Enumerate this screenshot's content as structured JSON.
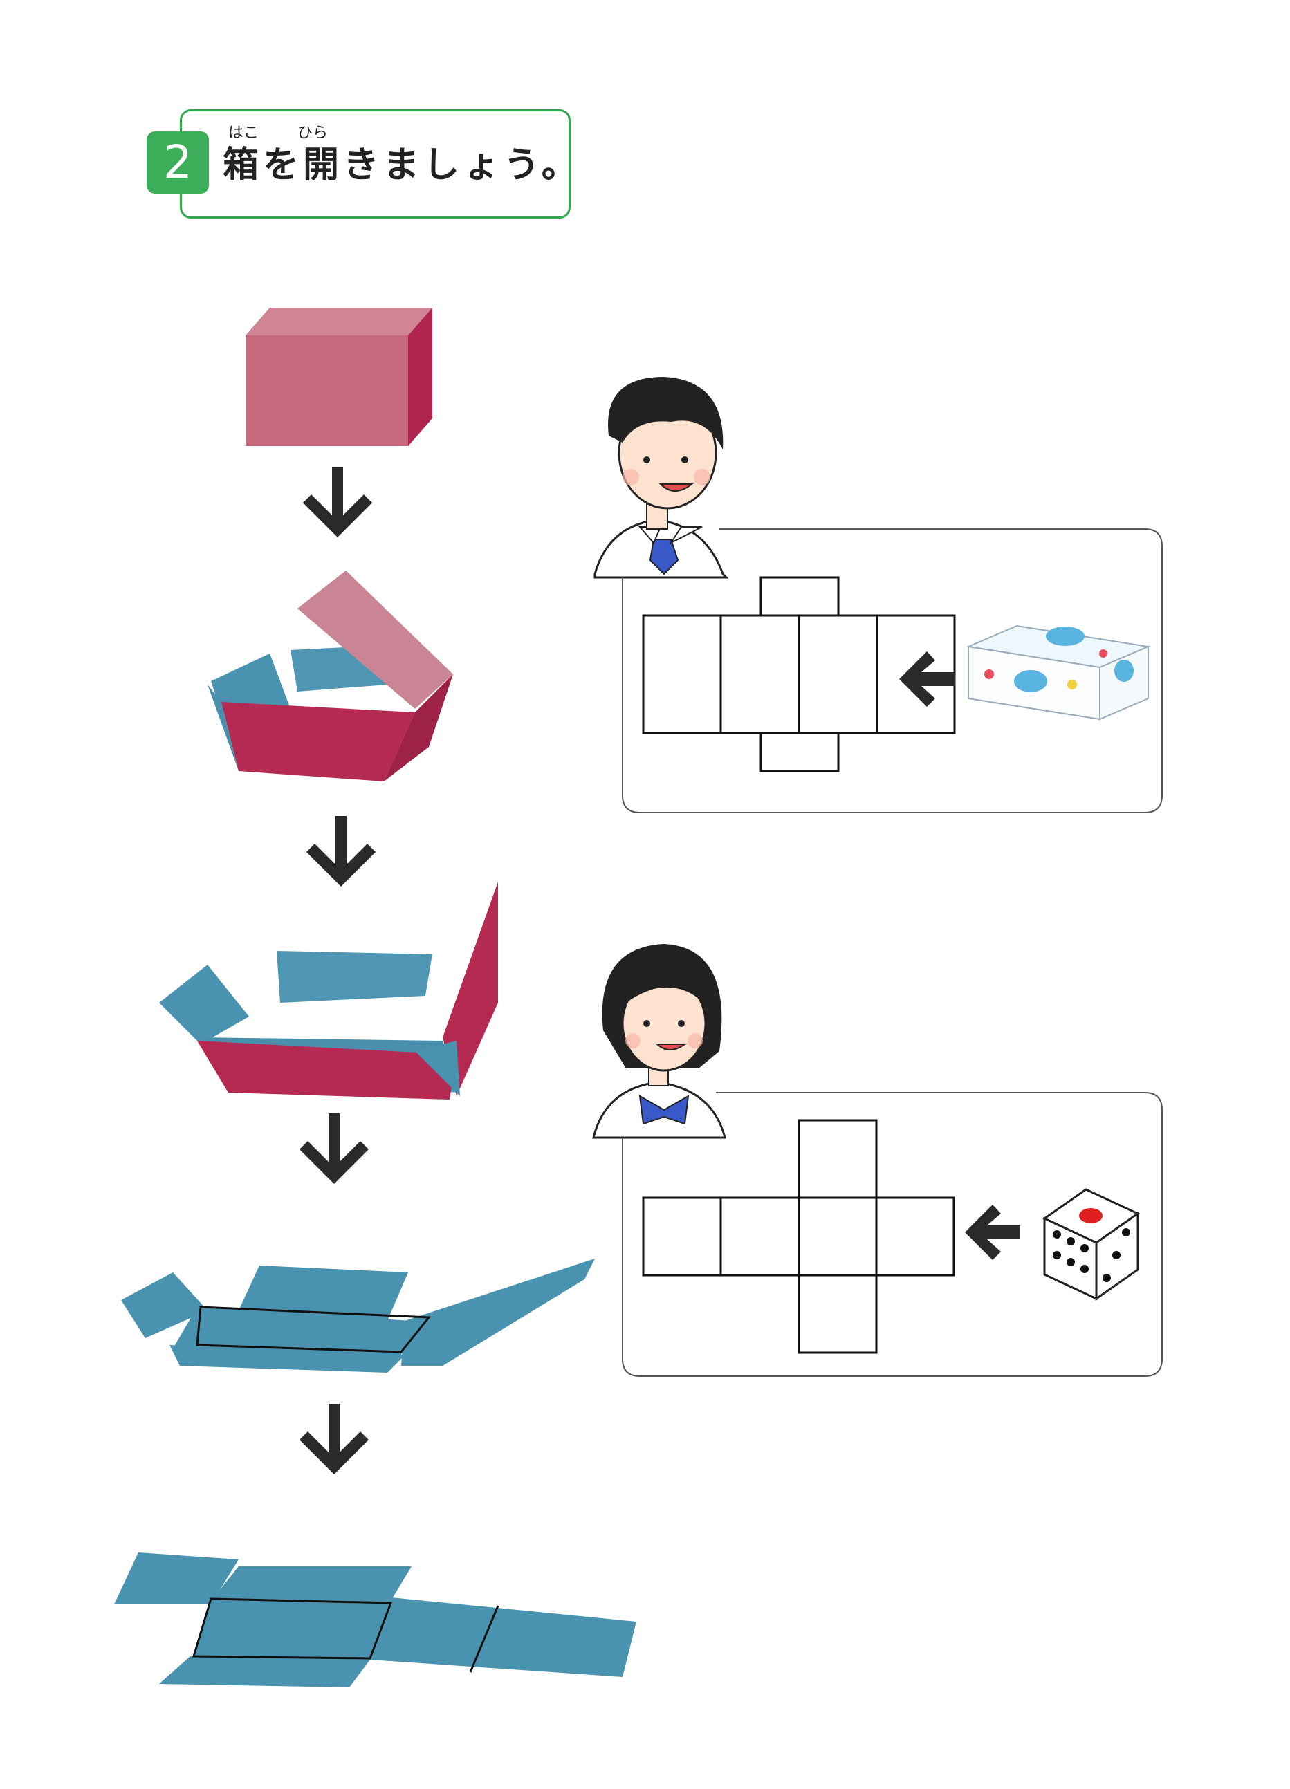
{
  "heading": {
    "number": "2",
    "title": "箱を開きましょう。",
    "ruby_hako": "はこ",
    "ruby_hira": "ひら"
  },
  "colors": {
    "accent": "#3cae5a",
    "box_red": "#b8254e",
    "box_pink": "#c9707f",
    "net_blue": "#4a93b0",
    "dice_pip_red": "#e02020"
  },
  "icons": [
    "down-arrow-icon",
    "left-arrow-icon",
    "dice-icon"
  ]
}
